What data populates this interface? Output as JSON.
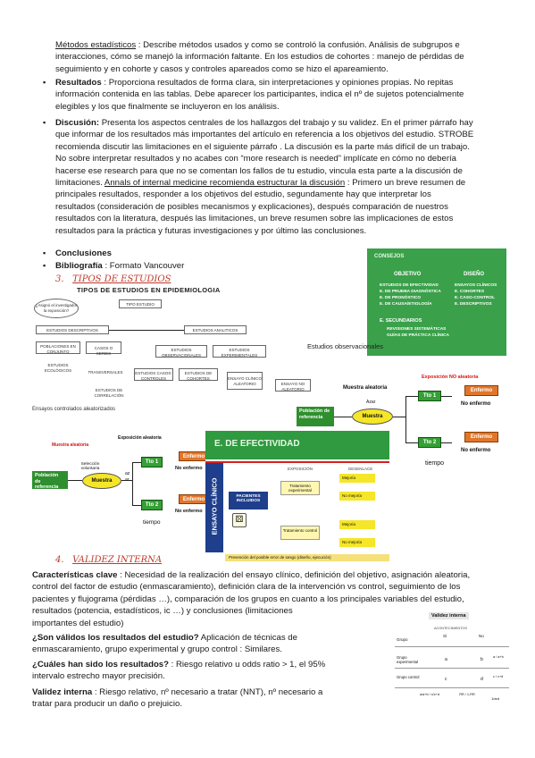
{
  "metodos": {
    "label": "Métodos estadísticos",
    "line1": " : Describe métodos usados y como se controló la confusión. Análisis de subgrupos e",
    "line2": "interacciones, cómo se manejó la información faltante. En los estudios de cohortes : manejo de pérdidas de",
    "line3": "seguimiento y en cohorte y casos y controles apareados como se hizo el apareamiento."
  },
  "resultados": {
    "label": "Resultados",
    "line1": " : Proporciona resultados de forma clara, sin interpretaciones y opiniones propias. No repitas",
    "line2": "información contenida en las tablas. Debe aparecer los participantes, indica el nº de sujetos potencialmente",
    "line3": "elegibles y los que finalmente se incluyeron en los análisis."
  },
  "discusion": {
    "label": "Discusión:",
    "line1": " Presenta los aspectos centrales de los hallazgos del trabajo y su validez. En el primer párrafo hay",
    "line2": "que informar de los resultados más importantes del artículo en referencia a los objetivos del estudio. STROBE",
    "line3": "recomienda discutir las limitaciones en el siguiente párrafo . La discusión es la parte más difícil de un trabajo.",
    "line4": "No sobre interpretar resultados y no acabes con “more research is needed” implícate en cómo no debería",
    "line5": "hacerse ese research para que no se comentan los fallos de tu estudio, vincula esta parte a la discusión de",
    "line6a": "limitaciones. ",
    "line6u": "Annals of internal medicine recomienda estructurar la discusión",
    "line6b": " : Primero un breve resumen de",
    "line7": "principales resultados, responder a los objetivos del estudio, segundamente hay que interpretar los",
    "line8": "resultados (consideración de posibles mecanismos y explicaciones), después comparación de nuestros",
    "line9": "resultados con la literatura, después las limitaciones, un breve resumen sobre las implicaciones de estos",
    "line10": "resultados para la práctica y futuras investigaciones y por último las conclusiones."
  },
  "conclusiones": {
    "label": "Conclusiones"
  },
  "bibliografia": {
    "label": "Bibliografía",
    "value": " : Formato Vancouver"
  },
  "bullet_glyph": "▪",
  "section3": {
    "number": "3.",
    "title": "TIPOS DE ESTUDIOS"
  },
  "diagram_title": "TIPOS DE ESTUDIOS EN EPIDEMIOLOGIA",
  "tree": {
    "root": "¿Asignó el investigador la exposición?",
    "tipo_estudio": "TIPO ESTUDIO",
    "descriptivos": "ESTUDIOS DESCRIPTIVOS",
    "analiticos": "ESTUDIOS ANALITICOS",
    "observacionales": "ESTUDIOS OBSERVACIONALES",
    "experimentales": "ESTUDIOS EXPERIMENTALES",
    "poblacion": "POBLACIONES EN CONJUNTO",
    "casos": "CASOS O SERIES",
    "transversales": "TRANSVERSALES",
    "ecologicos": "ESTUDIOS ECOLÓGICOS",
    "casos_controles": "ESTUDIOS CASOS-CONTROLES",
    "cohortes": "ESTUDIOS DE COHORTES",
    "ensayo_clinico": "ENSAYO CLÍNICO ALEATORIO",
    "ensayo_no": "ENSAYO NO ALEATORIO",
    "correlacion": "ESTUDIOS DE CORRELACIÓN"
  },
  "green_panel": {
    "title": "CONSEJOS",
    "col1": "OBJETIVO",
    "col2": "DISEÑO",
    "items1": [
      "ESTUDIOS DE EFECTIVIDAD",
      "E. DE PRUEBA DIAGNÓSTICA",
      "E. DE PRONÓSTICO",
      "E. DE CAUSA/ETIOLOGÍA"
    ],
    "items2": [
      "ENSAYOS CLÍNICOS",
      "E. COHORTES",
      "E. CASO-CONTROL",
      "E. DESCRIPTIVOS"
    ],
    "secundarios": "E. SECUNDARIOS",
    "sec_items": [
      "REVISIONES SISTEMÁTICAS",
      "GUÍAS DE PRÁCTICA CLÍNICA"
    ]
  },
  "observacionales": {
    "title": "Estudios observacionales",
    "exposicion": "Exposición NO aleatoria",
    "muestra_aleatoria": "Muestra aleatoria",
    "azar": "Azar",
    "poblacion": "Población de referencia",
    "muestra": "Muestra",
    "tto1": "Tto 1",
    "tto2": "Tto 2",
    "enfermo": "Enfermo",
    "no_enfermo": "No enfermo",
    "tiempo": "tiempo"
  },
  "ensayos": {
    "title": "Ensayos controlados aleatorizados",
    "exposicion": "Exposición aleatoria",
    "muestra_aleatoria": "Muestra aleatoria",
    "seleccion": "Selección voluntaria",
    "poblacion": "Población de referencia",
    "muestra": "Muestra",
    "azar": "azar",
    "tto1": "Tto 1",
    "tto2": "Tto 2",
    "enfermo": "Enfermo",
    "no_enfermo": "No enfermo",
    "tiempo": "tiempo"
  },
  "efectividad": {
    "title": "E. DE EFECTIVIDAD",
    "ensayo": "ENSAYO CLÍNICO",
    "pacientes": "PACIENTES INCLUIDOS",
    "exposicion": "EXPOSICIÓN",
    "desenlace": "DESENLACE",
    "trat": "Tratamiento experimental",
    "control": "Tratamiento control",
    "res": [
      "Mejoría",
      "No mejoría",
      "Mejoría",
      "No mejoría"
    ],
    "footer": "Prevención del posible error de sesgo (diseño, ejecución)"
  },
  "section4": {
    "number": "4.",
    "title": "VALIDEZ INTERNA"
  },
  "caracteristicas": {
    "label": "Características clave",
    "line1": " : Necesidad de la realización del ensayo clínico, definición del objetivo, asignación aleatoria,",
    "line2": "control del factor de estudio (enmascaramiento), definición clara de la intervención vs control, seguimiento de los",
    "line3": "pacientes y flujograma (pérdidas …), comparación de los grupos en cuanto a los principales variables del estudio,",
    "line4": "resultados (potencia, estadísticos, ic …) y conclusiones (limitaciones",
    "line5": "importantes del estudio)"
  },
  "validos": {
    "label": "¿Son válidos los resultados del estudio?",
    "line1": " Aplicación de técnicas de",
    "line2": "enmascaramiento, grupo experimental y grupo control : Similares."
  },
  "cuales": {
    "label": "¿Cuáles han sido los resultados?",
    "line1": " : Riesgo relativo u odds ratio > 1, el 95%",
    "line2": "intervalo estrecho mayor precisión."
  },
  "validez": {
    "label": "Validez interna",
    "line1": " : Riesgo relativo, nº necesario a tratar (NNT), nº necesario a",
    "line2": "tratar para producir un daño o prejuicio."
  },
  "table": {
    "title": "Validez interna",
    "header_group": "Grupo",
    "header_top": "ACONTECIMIENTOS",
    "col_a": "Sí",
    "col_b": "No",
    "row1": "Grupo experimental",
    "row2": "Grupo control",
    "cells": [
      "a",
      "b",
      "c",
      "d"
    ],
    "formula1": "a / a+b",
    "formula2": "c / c+d",
    "bottom_left": "a/a+b / c/c+d",
    "bottom_mid": "RR / 1-RR",
    "bottom_right": "1/ard"
  }
}
